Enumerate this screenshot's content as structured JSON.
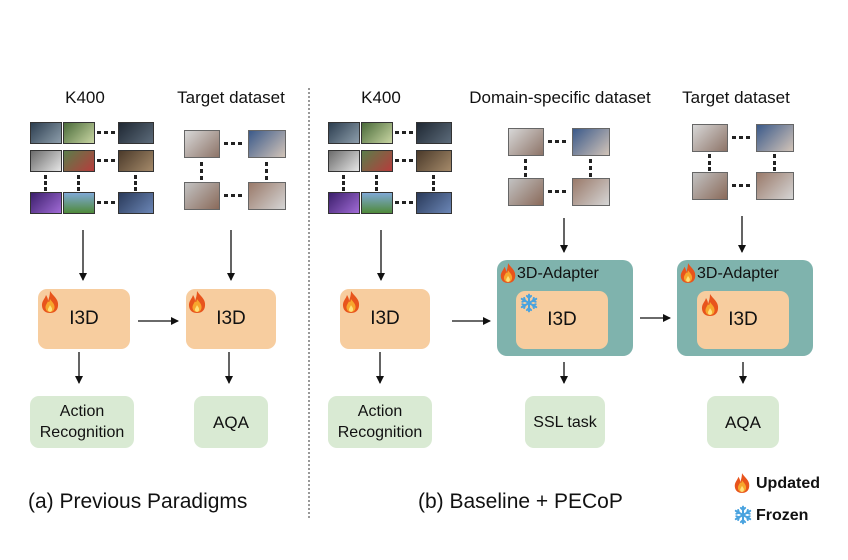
{
  "left": {
    "k400_label": "K400",
    "target_label": "Target dataset",
    "i3d_a": "I3D",
    "i3d_b": "I3D",
    "task_a_line1": "Action",
    "task_a_line2": "Recognition",
    "task_b": "AQA",
    "caption": "(a) Previous Paradigms"
  },
  "right": {
    "k400_label": "K400",
    "domain_label": "Domain-specific dataset",
    "target_label": "Target dataset",
    "i3d_a": "I3D",
    "i3d_b": "I3D",
    "i3d_c": "I3D",
    "adapter_b": "3D-Adapter",
    "adapter_c": "3D-Adapter",
    "task_a_line1": "Action",
    "task_a_line2": "Recognition",
    "task_b": "SSL task",
    "task_c": "AQA",
    "caption": "(b) Baseline + PECoP"
  },
  "legend": {
    "updated": "Updated",
    "frozen": "Frozen"
  },
  "icons": {
    "updated": "fire-icon",
    "frozen": "snowflake-icon"
  },
  "colors": {
    "i3d_fill": "#f7cd9f",
    "adapter_fill": "#7fb3ad",
    "task_fill": "#d9ead3",
    "fire": "#f28c28",
    "snow": "#4aa3df"
  }
}
